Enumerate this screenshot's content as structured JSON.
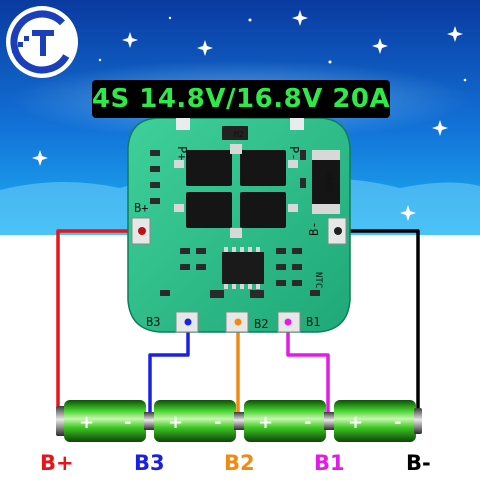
{
  "title": "4S 14.8V/16.8V 20A",
  "pcb": {
    "pads": {
      "b_plus": "B+",
      "p_plus": "P+",
      "p_minus": "P-",
      "b_minus": "B-",
      "b3": "B3",
      "b2": "B2",
      "b1": "B1"
    },
    "resistor_code": "R005",
    "ntc": "NTC",
    "ic_mark": "M2"
  },
  "battery": {
    "plus_sign": "+",
    "minus_sign": "-"
  },
  "wire_labels": {
    "b_plus": "B+",
    "b3": "B3",
    "b2": "B2",
    "b1": "B1",
    "b_minus": "B-"
  },
  "colors": {
    "sky_top": "#0a3fa8",
    "sky_bottom": "#1aa6f0",
    "pcb_green": "#32c28e",
    "title_green": "#2fe84a",
    "wire_b_plus": "#e8141c",
    "wire_b3": "#1a22e0",
    "wire_b2": "#f28a12",
    "wire_b1": "#e21ce8",
    "wire_b_minus": "#000000",
    "battery_green": "#2fbf1e"
  },
  "icons": [
    "company-logo-icon",
    "star-icon",
    "battery-icon"
  ]
}
